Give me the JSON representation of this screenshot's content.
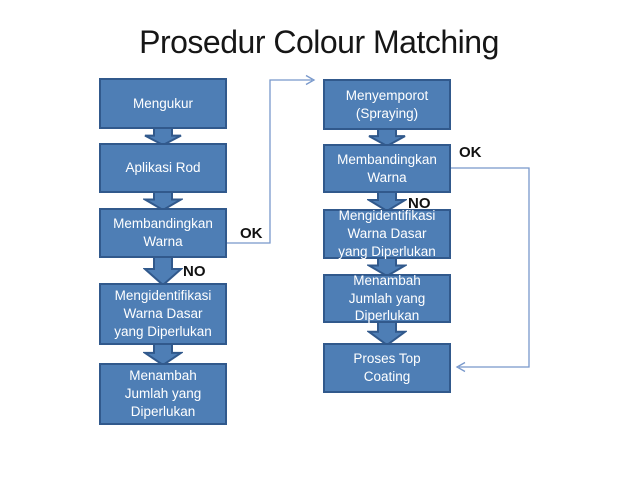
{
  "title": "Prosedur Colour Matching",
  "colors": {
    "background": "#FFFFFF",
    "title": "#161616",
    "box_fill": "#4E7EB5",
    "box_border": "#31598C",
    "box_text": "#FFFFFF",
    "connector": "#7898CB",
    "edge_label": "#111111"
  },
  "flowchart": {
    "left_column": [
      {
        "label": "Mengukur"
      },
      {
        "label": "Aplikasi Rod"
      },
      {
        "label": "Membandingkan\nWarna"
      },
      {
        "label": "Mengidentifikasi\nWarna Dasar\nyang Diperlukan"
      },
      {
        "label": "Menambah\nJumlah yang\nDiperlukan"
      }
    ],
    "right_column": [
      {
        "label": "Menyemporot\n(Spraying)"
      },
      {
        "label": "Membandingkan\nWarna"
      },
      {
        "label": "Mengidentifikasi\nWarna Dasar\nyang Diperlukan"
      },
      {
        "label": "Menambah\nJumlah yang\nDiperlukan"
      },
      {
        "label": "Proses Top\nCoating"
      }
    ],
    "connector_labels": {
      "left_ok": "OK",
      "left_no": "NO",
      "right_ok": "OK",
      "right_no": "NO"
    }
  }
}
